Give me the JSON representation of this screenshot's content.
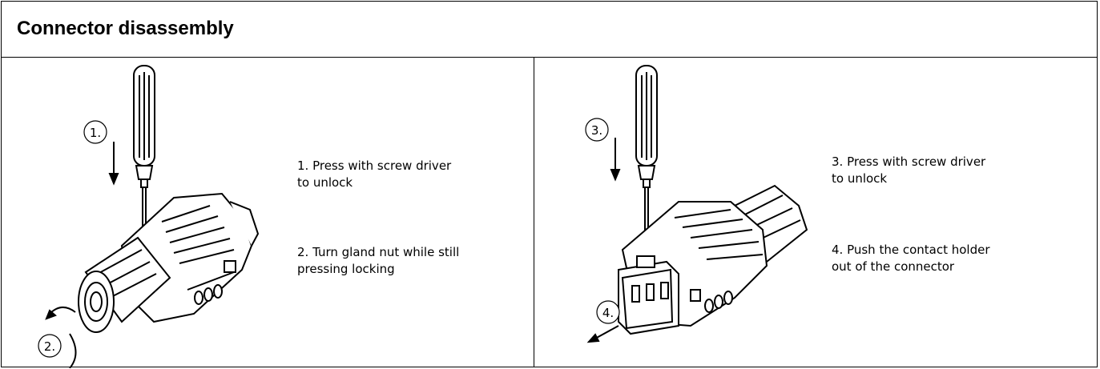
{
  "title": "Connector disassembly",
  "left": {
    "step1": {
      "line1": "1. Press with screw driver",
      "line2": "to unlock"
    },
    "step2": {
      "line1": "2. Turn gland nut while still",
      "line2": "pressing locking"
    },
    "badge1": "1.",
    "badge2": "2."
  },
  "right": {
    "step3": {
      "line1": "3. Press with screw  driver",
      "line2": "to unlock"
    },
    "step4": {
      "line1": "4. Push the contact holder",
      "line2": "out of the connector"
    },
    "badge3": "3.",
    "badge4": "4."
  }
}
